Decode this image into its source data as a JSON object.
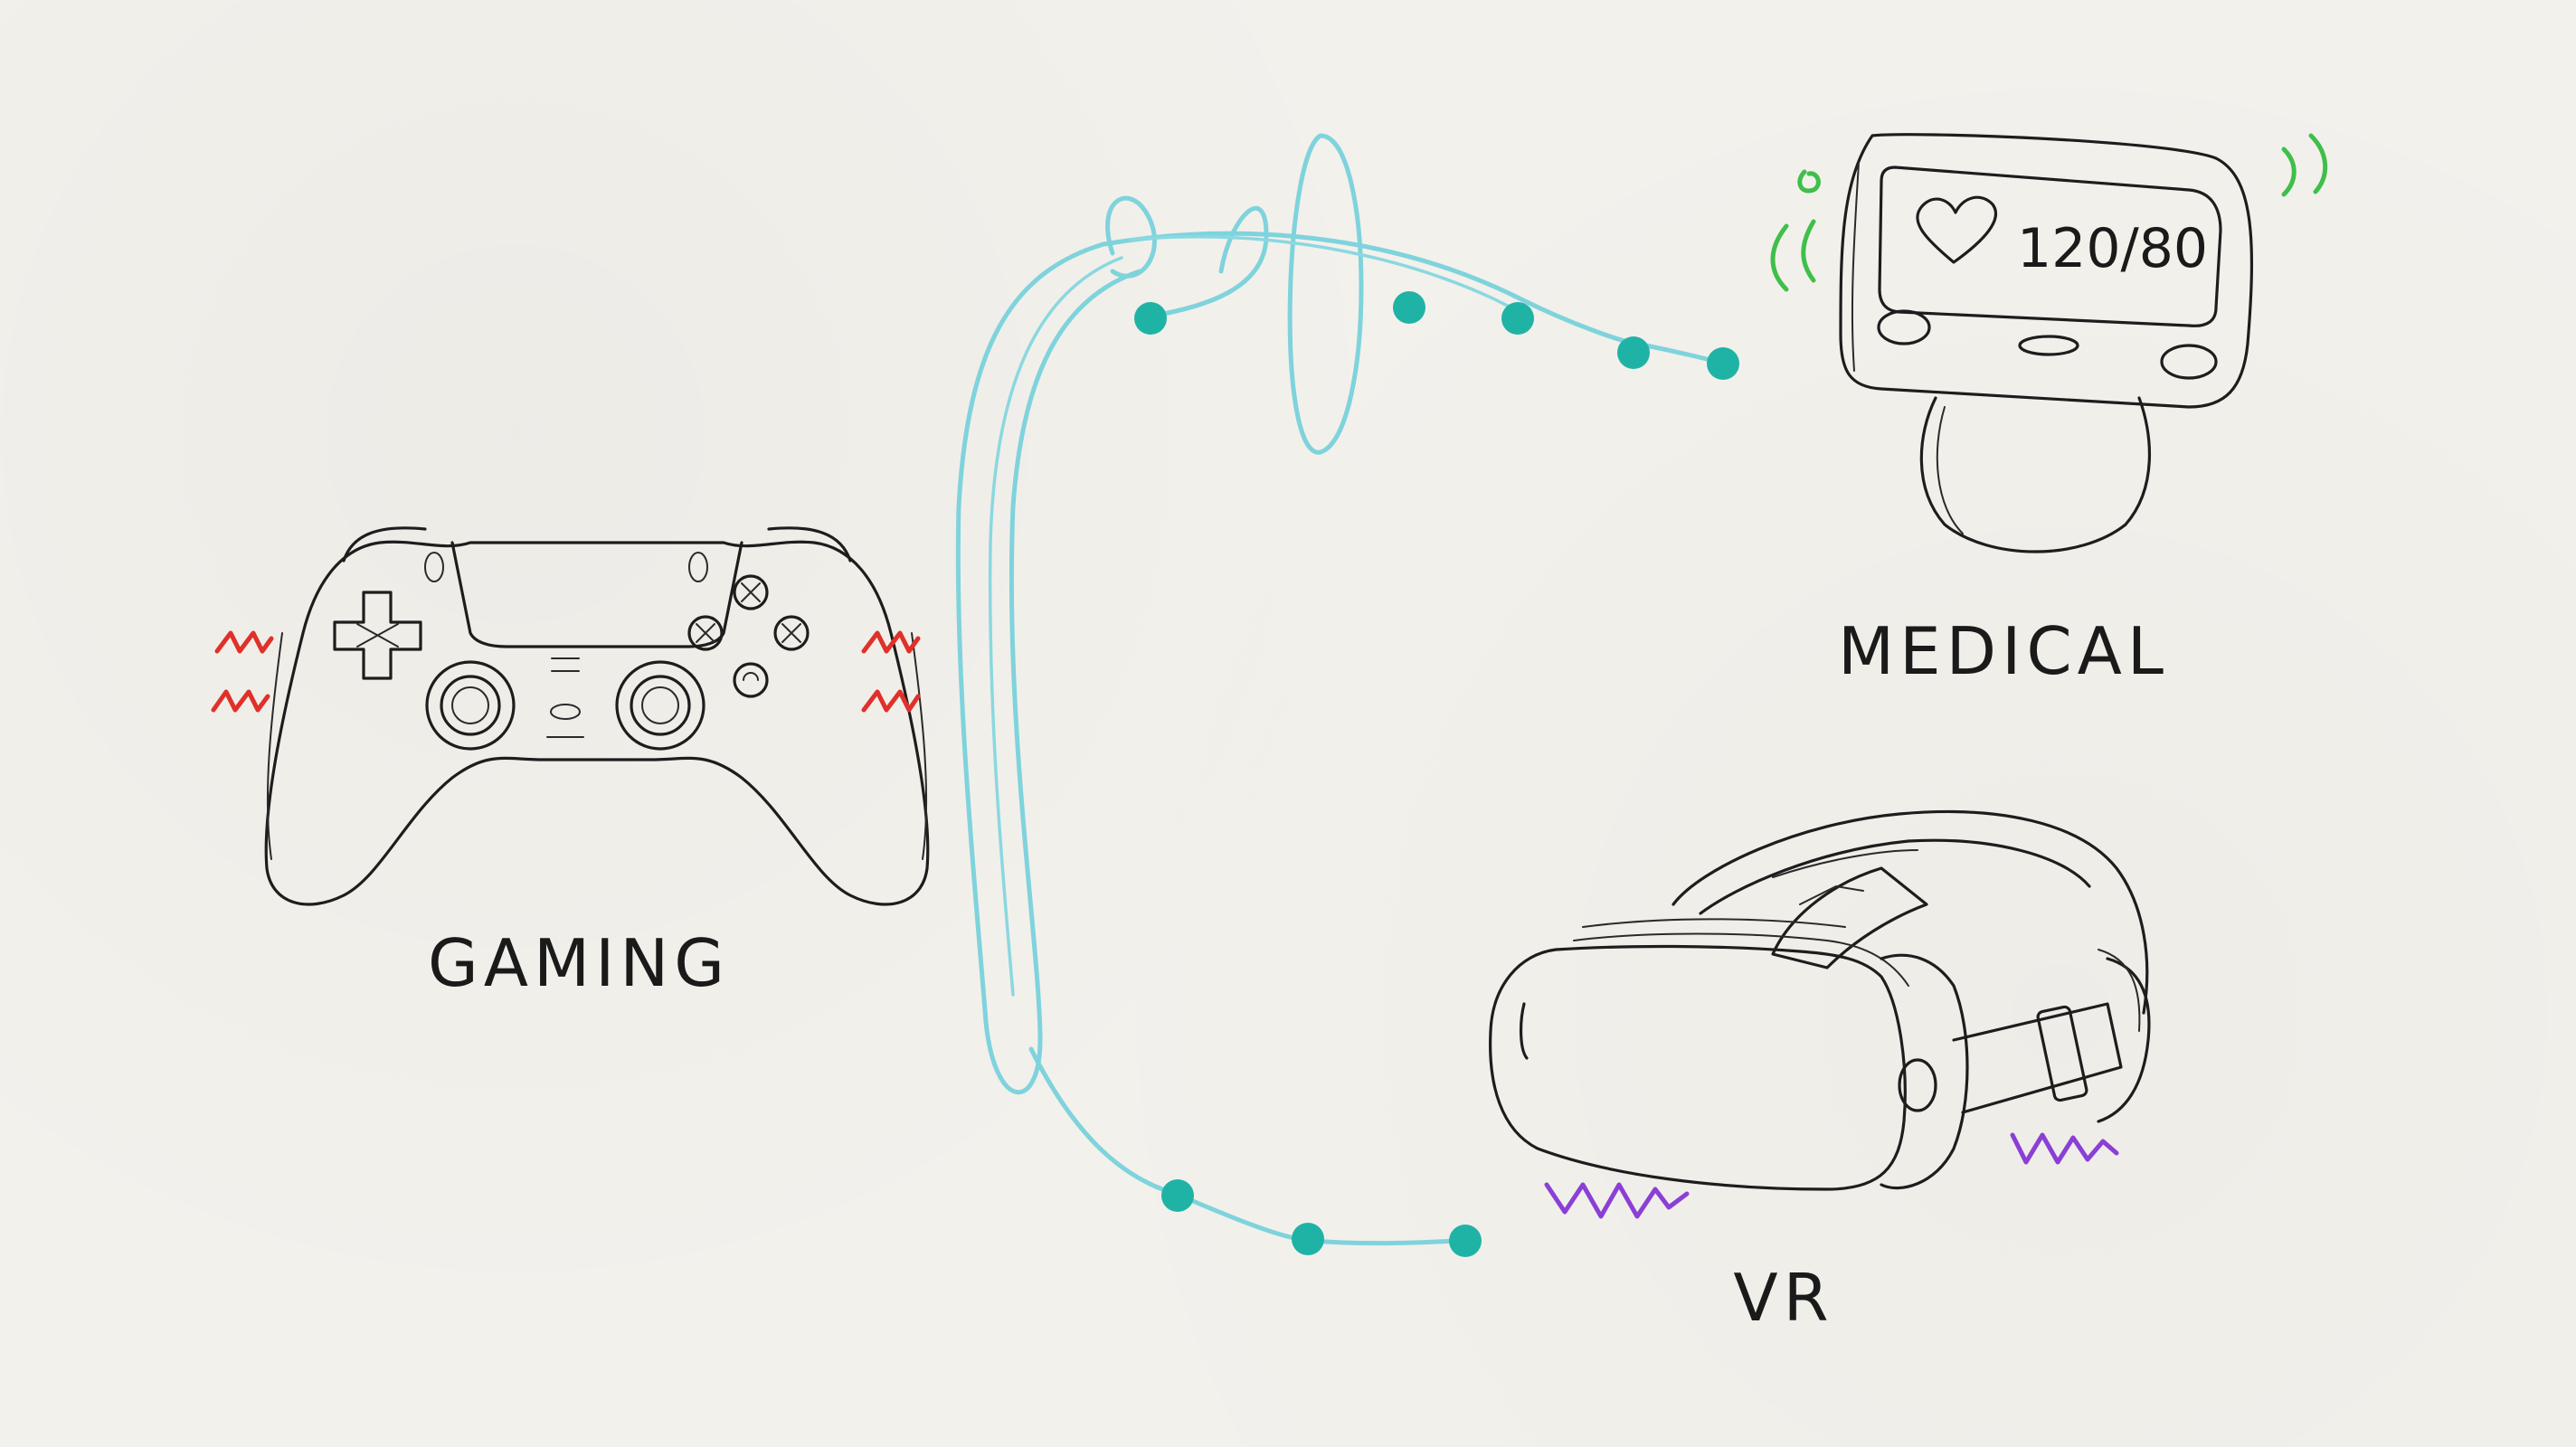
{
  "labels": {
    "gaming": "GAMING",
    "medical": "MEDICAL",
    "vr": "VR"
  },
  "medical_screen": {
    "icon": "heart-icon",
    "reading": "120/80"
  },
  "colors": {
    "cable": "#7fd3dc",
    "node": "#1fb3a6",
    "gaming_vibration": "#e0302a",
    "medical_vibration": "#3fbf4a",
    "vr_vibration": "#8b3fd6",
    "ink": "#1d1d1d",
    "paper": "#f3f1ec"
  },
  "icons": {
    "gaming": "gamepad-icon",
    "medical": "monitor-device-icon",
    "vr": "vr-headset-icon"
  }
}
